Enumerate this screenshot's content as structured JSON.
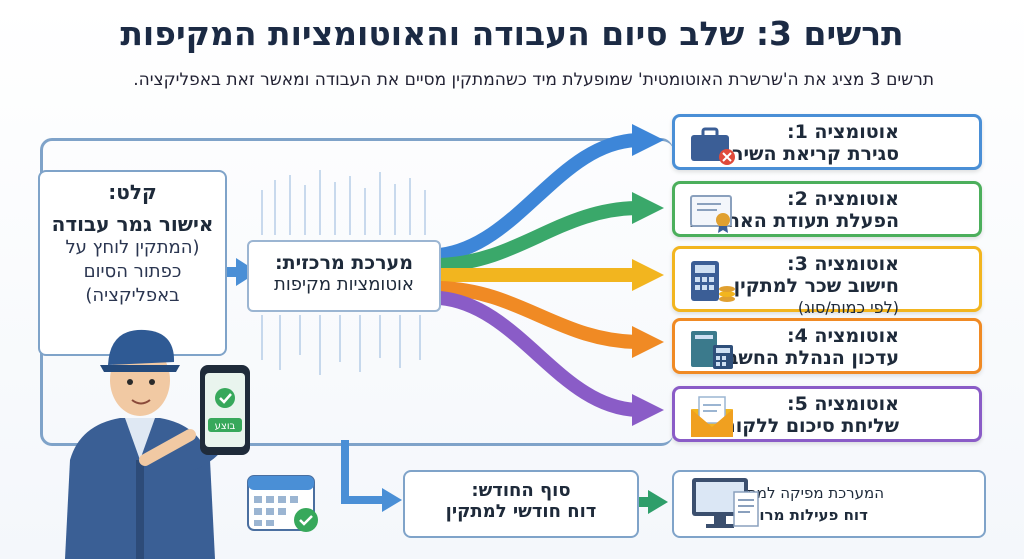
{
  "title": "תרשים 3: שלב סיום העבודה והאוטומציות המקיפות",
  "subtitle": "תרשים 3 מציג את ה'שרשרת האוטומטית' שמופעלת מיד כשהמתקין מסיים את העבודה ומאשר זאת באפליקציה.",
  "input": {
    "heading": "קלט:",
    "heading2": "אישור גמר עבודה",
    "line1": "(המתקין לוחץ על",
    "line2": "כפתור הסיום",
    "line3": "באפליקציה)",
    "phone_button": "בוצע"
  },
  "center": {
    "heading": "מערכת מרכזית:",
    "body": "אוטומציות מקיפות"
  },
  "automations": [
    {
      "title": "אוטומציה 1:",
      "desc": "סגירת קריאת השירות",
      "desc2": "",
      "color": "#4a8fd6",
      "icon": "toolbox-close-icon"
    },
    {
      "title": "אוטומציה 2:",
      "desc": "הפעלת תעודת האחריות",
      "desc2": "",
      "color": "#4caf5c",
      "icon": "certificate-icon"
    },
    {
      "title": "אוטומציה 3:",
      "desc": "חישוב שכר למתקין",
      "desc2": "(לפי כמות/סוג)",
      "color": "#f2b51f",
      "icon": "calculator-coins-icon"
    },
    {
      "title": "אוטומציה 4:",
      "desc": "עדכון הנהלת החשבונות",
      "desc2": "",
      "color": "#f08a24",
      "icon": "ledger-calculator-icon"
    },
    {
      "title": "אוטומציה 5:",
      "desc": "שליחת סיכום ללקוח",
      "desc2": "",
      "color": "#8a5cc7",
      "icon": "envelope-icon"
    }
  ],
  "month_end": {
    "heading": "סוף החודש:",
    "body": "דוח חודשי למתקין"
  },
  "report": {
    "line1": "המערכת מפיקה למתקין",
    "line2": "דוח פעילות מרוכז"
  }
}
